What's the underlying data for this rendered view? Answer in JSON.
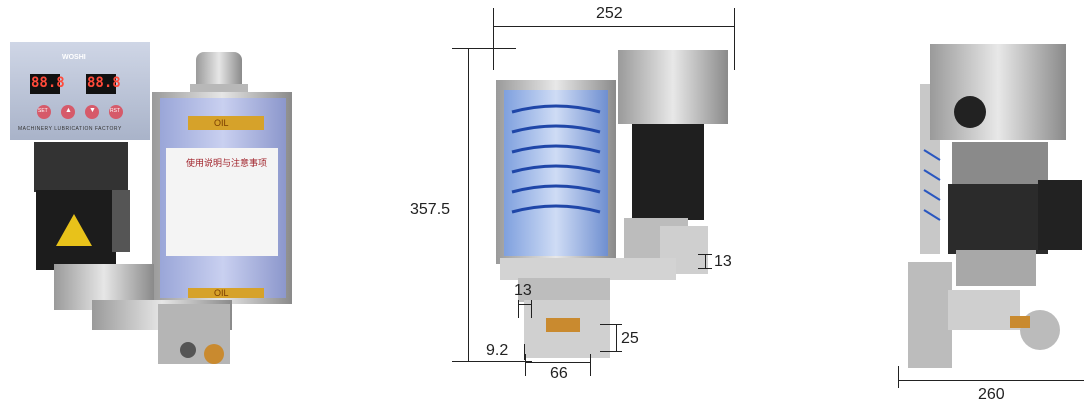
{
  "controller": {
    "brand": "WOSHI",
    "display_left": "88.8",
    "display_right": "88.8",
    "button_labels": [
      "SET",
      "▲",
      "▼",
      "RST"
    ],
    "footer": "MACHINERY LUBRICATION FACTORY"
  },
  "tank": {
    "label_title": "使用说明与注意事项",
    "oil_top": "OIL",
    "oil_bottom": "OIL"
  },
  "dimensions": {
    "width_top": "252",
    "height": "357.5",
    "mount_right": "13",
    "mount_left": "13",
    "foot_height": "25",
    "base_offset": "9.2",
    "foot_spacing": "66",
    "depth": "260"
  }
}
